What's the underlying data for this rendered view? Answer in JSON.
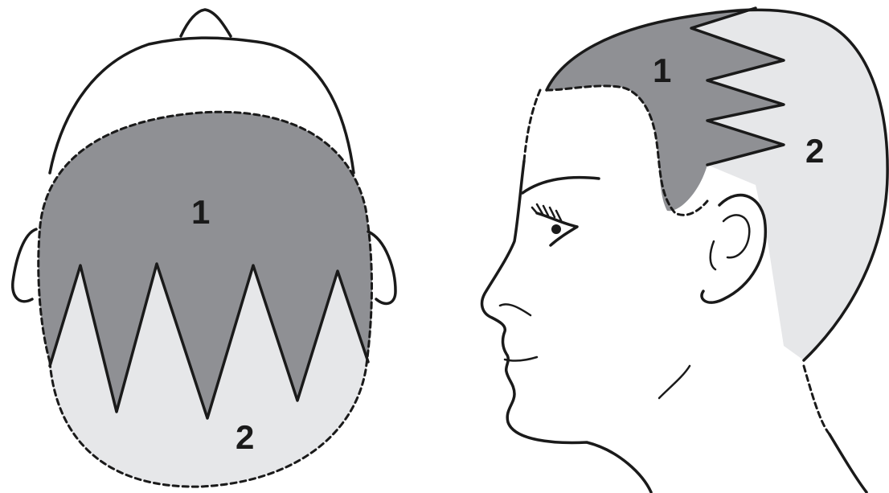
{
  "colors": {
    "zone_1": "#8f9094",
    "zone_2": "#e6e7e9",
    "line": "#1a1a1a",
    "background": "#ffffff"
  },
  "top_view": {
    "zone_1_label": "1",
    "zone_2_label": "2"
  },
  "side_view": {
    "zone_1_label": "1",
    "zone_2_label": "2"
  }
}
